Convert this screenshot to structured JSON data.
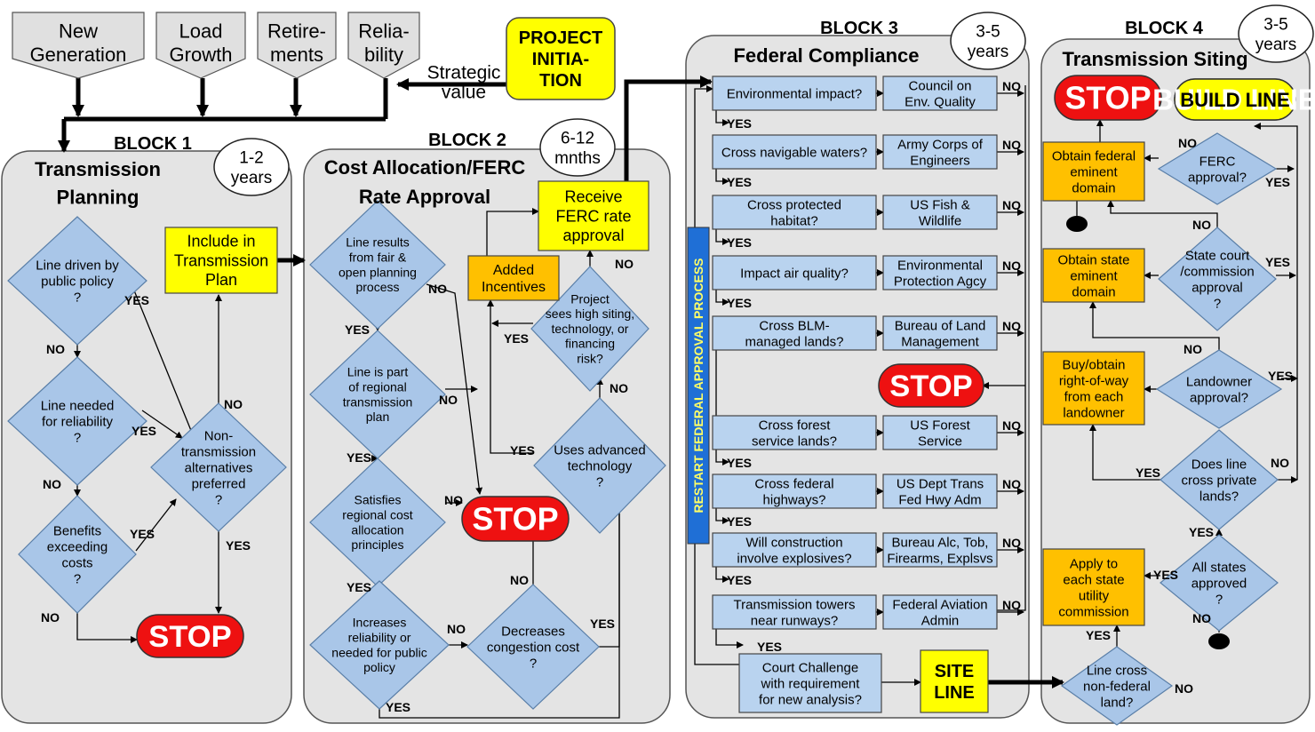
{
  "inputs": {
    "new_generation": [
      "New",
      "Generation"
    ],
    "load_growth": [
      "Load",
      "Growth"
    ],
    "retirements": [
      "Retire-",
      "ments"
    ],
    "reliability": [
      "Relia-",
      "bility"
    ]
  },
  "project_initiation": [
    "PROJECT",
    "INITIA-",
    "TION"
  ],
  "strategic_value": [
    "Strategic",
    "value"
  ],
  "block1": {
    "block_label": "BLOCK 1",
    "title": [
      "Transmission",
      "Planning"
    ],
    "duration": [
      "1-2",
      "years"
    ],
    "d_public_policy": [
      "Line driven by",
      "public policy",
      "?"
    ],
    "d_reliability": [
      "Line needed",
      "for reliability",
      "?"
    ],
    "d_benefits": [
      "Benefits",
      "exceeding",
      "costs",
      "?"
    ],
    "d_nontransmission": [
      "Non-",
      "transmission",
      "alternatives",
      "preferred",
      "?"
    ],
    "include_plan": [
      "Include in",
      "Transmission",
      "Plan"
    ],
    "stop": "STOP"
  },
  "block2": {
    "block_label": "BLOCK 2",
    "title": [
      "Cost Allocation/FERC",
      "Rate Approval"
    ],
    "duration": [
      "6-12",
      "mnths"
    ],
    "d_fair_open": [
      "Line results",
      "from fair &",
      "open planning",
      "process"
    ],
    "d_regional_plan": [
      "Line is part",
      "of regional",
      "transmission",
      "plan"
    ],
    "d_regional_cost": [
      "Satisfies",
      "regional cost",
      "allocation",
      "principles"
    ],
    "d_increase_rel": [
      "Increases",
      "reliability or",
      "needed for public",
      "policy"
    ],
    "d_congestion": [
      "Decreases",
      "congestion cost",
      "?"
    ],
    "d_advanced_tech": [
      "Uses advanced",
      "technology",
      "?"
    ],
    "d_high_risk": [
      "Project",
      "sees high siting,",
      "technology, or",
      "financing",
      "risk?"
    ],
    "added_incentives": [
      "Added",
      "Incentives"
    ],
    "receive_ferc": [
      "Receive",
      "FERC rate",
      "approval"
    ],
    "stop": "STOP"
  },
  "block3": {
    "block_label": "BLOCK 3",
    "title": "Federal Compliance",
    "duration": [
      "3-5",
      "years"
    ],
    "restart_label": "RESTART FEDERAL APPROVAL PROCESS",
    "rows": [
      {
        "question": [
          "Environmental impact?"
        ],
        "agency": [
          "Council on",
          "Env. Quality"
        ]
      },
      {
        "question": [
          "Cross navigable waters?"
        ],
        "agency": [
          "Army Corps of",
          "Engineers"
        ]
      },
      {
        "question": [
          "Cross protected",
          "habitat?"
        ],
        "agency": [
          "US Fish &",
          "Wildlife"
        ]
      },
      {
        "question": [
          "Impact air quality?"
        ],
        "agency": [
          "Environmental",
          "Protection Agcy"
        ]
      },
      {
        "question": [
          "Cross BLM-",
          "managed lands?"
        ],
        "agency": [
          "Bureau of Land",
          "Management"
        ]
      },
      {
        "question": [
          "Cross forest",
          "service lands?"
        ],
        "agency": [
          "US Forest",
          "Service"
        ]
      },
      {
        "question": [
          "Cross federal",
          "highways?"
        ],
        "agency": [
          "US Dept Trans",
          "Fed Hwy Adm"
        ]
      },
      {
        "question": [
          "Will construction",
          "involve explosives?"
        ],
        "agency": [
          "Bureau Alc, Tob,",
          "Firearms, Explsvs"
        ]
      },
      {
        "question": [
          "Transmission towers",
          "near runways?"
        ],
        "agency": [
          "Federal Aviation",
          "Admin"
        ]
      }
    ],
    "court": [
      "Court Challenge",
      "with requirement",
      "for new analysis?"
    ],
    "site_line": [
      "SITE",
      "LINE"
    ],
    "stop": "STOP"
  },
  "block4": {
    "block_label": "BLOCK 4",
    "title": "Transmission Siting",
    "duration": [
      "3-5",
      "years"
    ],
    "stop": "STOP",
    "build_line": "BUILD LINE",
    "obtain_federal": [
      "Obtain federal",
      "eminent",
      "domain"
    ],
    "obtain_state": [
      "Obtain state",
      "eminent",
      "domain"
    ],
    "buy_row": [
      "Buy/obtain",
      "right-of-way",
      "from each",
      "landowner"
    ],
    "apply_state": [
      "Apply to",
      "each state",
      "utility",
      "commission"
    ],
    "d_ferc": [
      "FERC",
      "approval?"
    ],
    "d_state_court": [
      "State court",
      "/commission",
      "approval",
      "?"
    ],
    "d_landowner": [
      "Landowner",
      "approval?"
    ],
    "d_private": [
      "Does line",
      "cross private",
      "lands?"
    ],
    "d_all_states": [
      "All states",
      "approved",
      "?"
    ],
    "d_nonfederal": [
      "Line cross",
      "non-federal",
      "land?"
    ]
  },
  "labels": {
    "yes": "YES",
    "no": "NO"
  },
  "colors": {
    "block_bg": "#e4e4e4",
    "diamond": "#a9c6e8",
    "box_blue": "#b9d3ef",
    "yellow": "#ffff00",
    "orange": "#ffc000",
    "stop": "#ee1111",
    "restart": "#1f6fd6"
  }
}
